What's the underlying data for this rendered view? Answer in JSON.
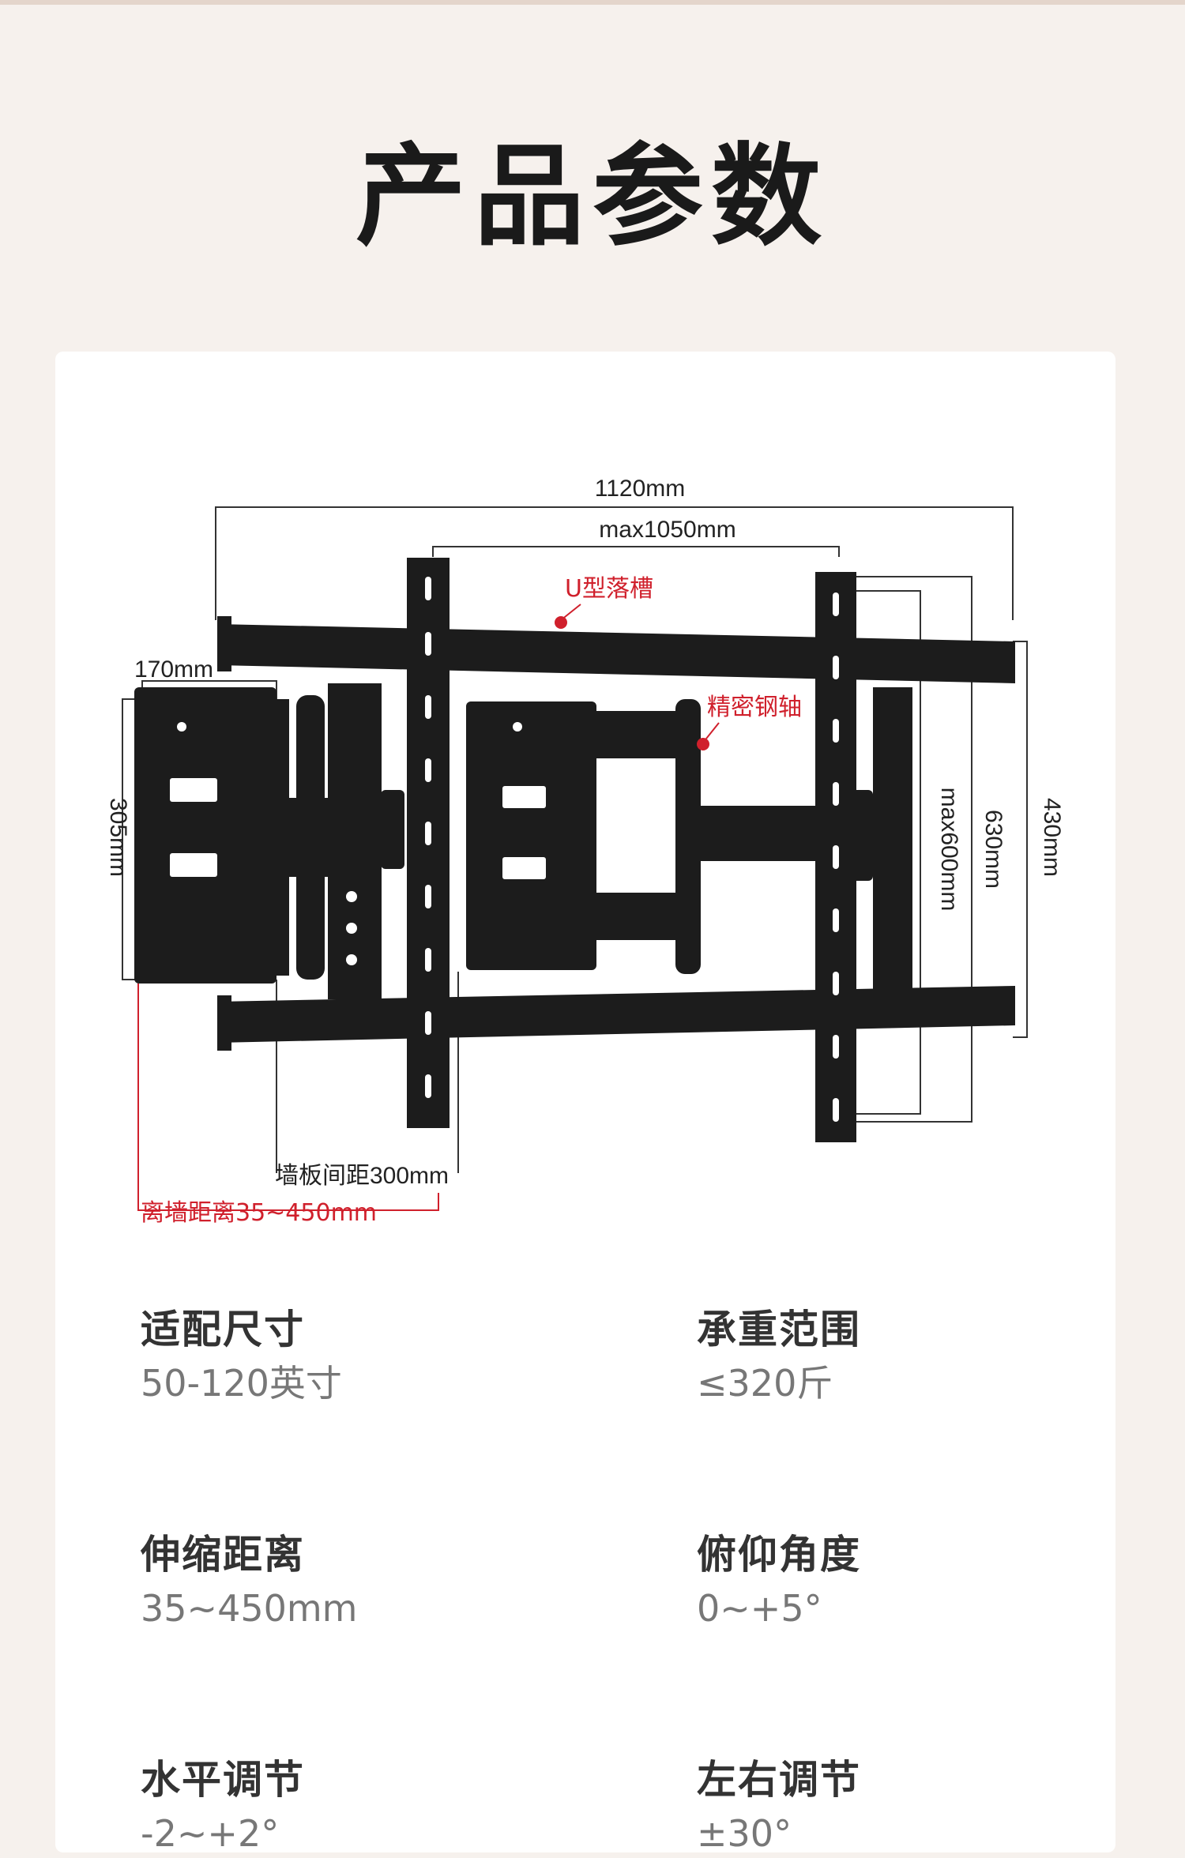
{
  "page": {
    "title": "产品参数"
  },
  "diagram": {
    "dims": {
      "overall_width": "1120mm",
      "max_width": "max1050mm",
      "plate_width": "170mm",
      "plate_height": "305mm",
      "max_height": "max600mm",
      "height_630": "630mm",
      "height_430": "430mm",
      "wall_plate_spacing": "墙板间距300mm",
      "wall_distance": "离墙距离35~450mm"
    },
    "callouts": {
      "u_slot": "U型落槽",
      "steel_shaft": "精密钢轴"
    },
    "colors": {
      "metal": "#1c1c1c",
      "callout": "#d0202c"
    }
  },
  "specs": [
    {
      "label": "适配尺寸",
      "value": "50-120英寸"
    },
    {
      "label": "承重范围",
      "value": "≤320斤"
    },
    {
      "label": "伸缩距离",
      "value": "35~450mm"
    },
    {
      "label": "俯仰角度",
      "value": "0~+5°"
    },
    {
      "label": "水平调节",
      "value": "-2~+2°"
    },
    {
      "label": "左右调节",
      "value": "±30°"
    }
  ]
}
